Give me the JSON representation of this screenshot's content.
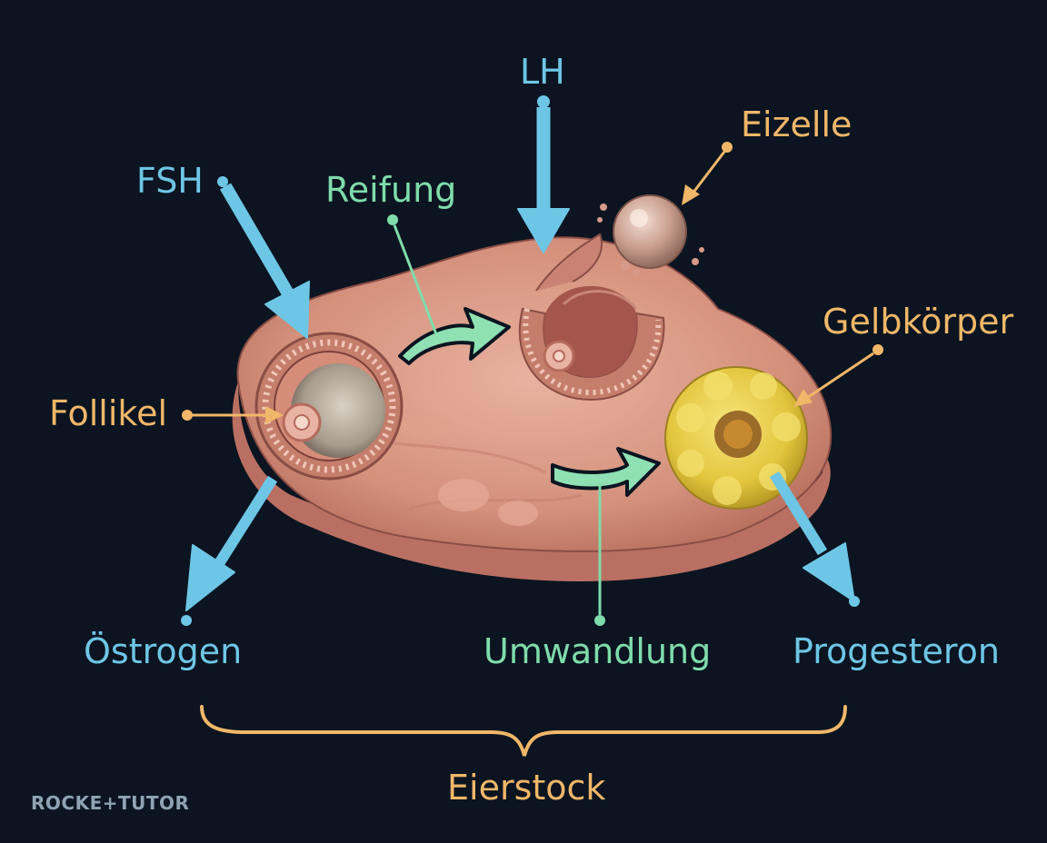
{
  "labels": {
    "lh": "LH",
    "eizelle": "Eizelle",
    "fsh": "FSH",
    "reifung": "Reifung",
    "gelbkoerper": "Gelbkörper",
    "follikel": "Follikel",
    "oestrogen": "Östrogen",
    "umwandlung": "Umwandlung",
    "progesteron": "Progesteron",
    "eierstock": "Eierstock"
  },
  "brand": {
    "text": "ROCKE+TUTOR"
  },
  "colors": {
    "background": "#0b1420",
    "hormone_blue": "#6ec6e6",
    "process_green": "#7fdcab",
    "structure_orange": "#f0b769",
    "ovary_tissue": "#d99a86",
    "corpus_luteum": "#e8cf4a"
  }
}
